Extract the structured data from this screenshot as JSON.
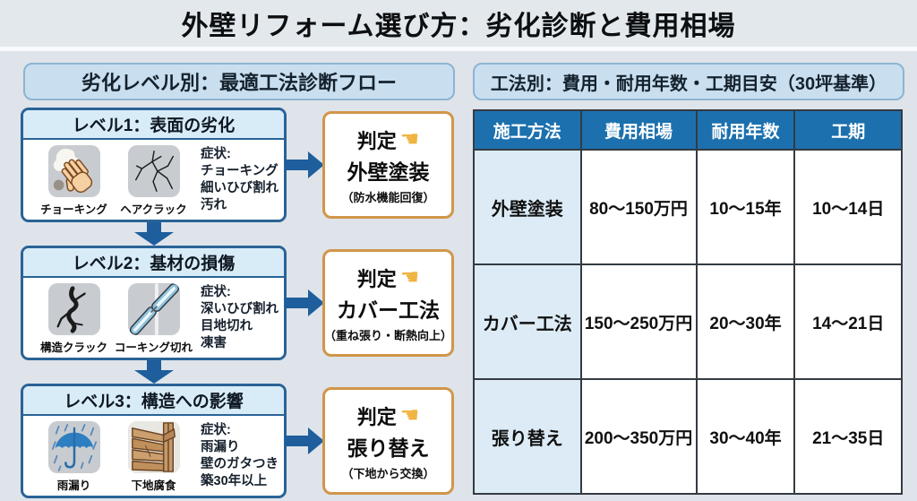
{
  "title": "外壁リフォーム選び方：劣化診断と費用相場",
  "left_panel": {
    "header": "劣化レベル別：最適工法診断フロー",
    "levels": [
      {
        "title": "レベル1：表面の劣化",
        "icons": [
          {
            "name": "chalking-icon",
            "label": "チョーキング"
          },
          {
            "name": "hair-crack-icon",
            "label": "ヘアクラック"
          }
        ],
        "symptoms_label": "症状:",
        "symptoms": [
          "チョーキング",
          "細いひび割れ",
          "汚れ"
        ],
        "judgment": {
          "label": "判定",
          "pointer": "☚",
          "method": "外壁塗装",
          "note": "（防水機能回復）"
        }
      },
      {
        "title": "レベル2：基材の損傷",
        "icons": [
          {
            "name": "structural-crack-icon",
            "label": "構造クラック"
          },
          {
            "name": "caulking-failure-icon",
            "label": "コーキング切れ"
          }
        ],
        "symptoms_label": "症状:",
        "symptoms": [
          "深いひび割れ",
          "目地切れ",
          "凍害"
        ],
        "judgment": {
          "label": "判定",
          "pointer": "☚",
          "method": "カバー工法",
          "note": "（重ね張り・断熱向上）"
        }
      },
      {
        "title": "レベル3：構造への影響",
        "icons": [
          {
            "name": "rain-leak-icon",
            "label": "雨漏り"
          },
          {
            "name": "substrate-rot-icon",
            "label": "下地腐食"
          }
        ],
        "symptoms_label": "症状:",
        "symptoms": [
          "雨漏り",
          "壁のガタつき",
          "築30年以上"
        ],
        "judgment": {
          "label": "判定",
          "pointer": "☚",
          "method": "張り替え",
          "note": "（下地から交換）"
        }
      }
    ]
  },
  "right_panel": {
    "header": "工法別：費用・耐用年数・工期目安（30坪基準）",
    "table": {
      "columns": [
        "施工方法",
        "費用相場",
        "耐用年数",
        "工期"
      ],
      "rows": [
        [
          "外壁塗装",
          "80～150万円",
          "10～15年",
          "10～14日"
        ],
        [
          "カバー工法",
          "150～250万円",
          "20～30年",
          "14～21日"
        ],
        [
          "張り替え",
          "200～350万円",
          "30～40年",
          "21～35日"
        ]
      ]
    }
  },
  "colors": {
    "background": "#dee4ea",
    "panel_header_fill": "#c9dff0",
    "flow_border_blue": "#2a6396",
    "arrow_blue": "#1f5e9c",
    "judgment_border_orange": "#d1964a",
    "pointer_hand_yellow": "#f0b443",
    "table_header_blue": "#1c70ae",
    "table_label_fill": "#dcebf5"
  }
}
